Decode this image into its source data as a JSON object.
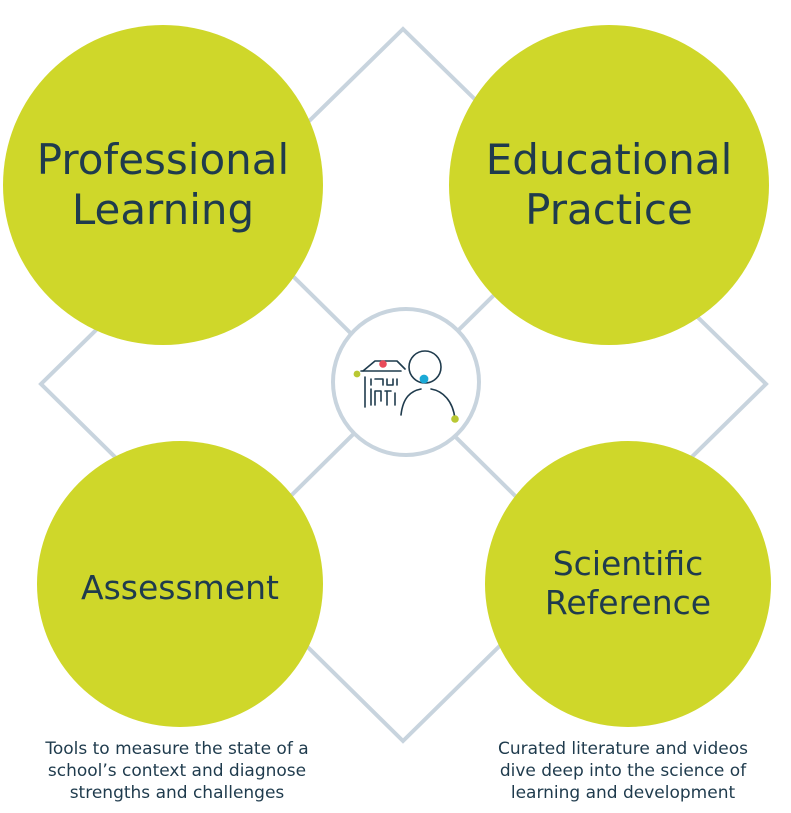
{
  "colors": {
    "circle_fill": "#cfd72a",
    "text": "#1f3b4d",
    "outline": "#c8d4de",
    "dot_red": "#e94b5a",
    "dot_blue": "#1ba9d6",
    "dot_green": "#b9c833"
  },
  "circles": {
    "professional_learning": "Professional\nLearning",
    "educational_practice": "Educational\nPractice",
    "assessment": "Assessment",
    "scientific_reference": "Scientific\nReference"
  },
  "captions": {
    "assessment": "Tools to measure the state of a\nschool’s context and diagnose\nstrengths and challenges",
    "scientific_reference": "Curated literature and videos\ndive deep into the science of\nlearning and development"
  },
  "center_icon": "school-and-person-icon"
}
